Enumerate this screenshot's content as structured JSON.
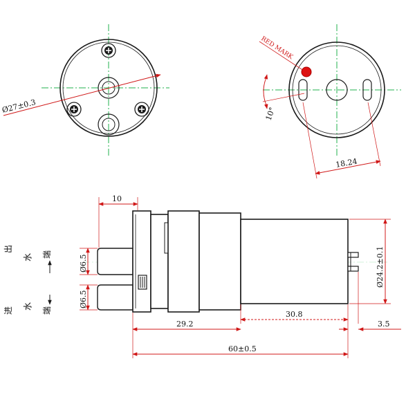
{
  "colors": {
    "outline": "#1a1a1a",
    "dimension": "#d01818",
    "centerline": "#22b14c",
    "red_mark": "#e01010"
  },
  "labels": {
    "diameter_front": "Ø27±0.3",
    "red_mark": "RED MARK",
    "angle": "10°",
    "hole_spacing": "18.24",
    "nozzle_length": "10",
    "outlet_diameter": "Ø6.5",
    "inlet_diameter": "Ø6.5",
    "pump_length": "29.2",
    "motor_length": "30.8",
    "terminal_length": "3.5",
    "total_length": "60±0.5",
    "motor_diameter": "Ø24.2±0.1"
  },
  "outlet_label": {
    "chars": [
      "出",
      "水",
      "端"
    ]
  },
  "inlet_label": {
    "chars": [
      "进",
      "水",
      "端"
    ]
  }
}
